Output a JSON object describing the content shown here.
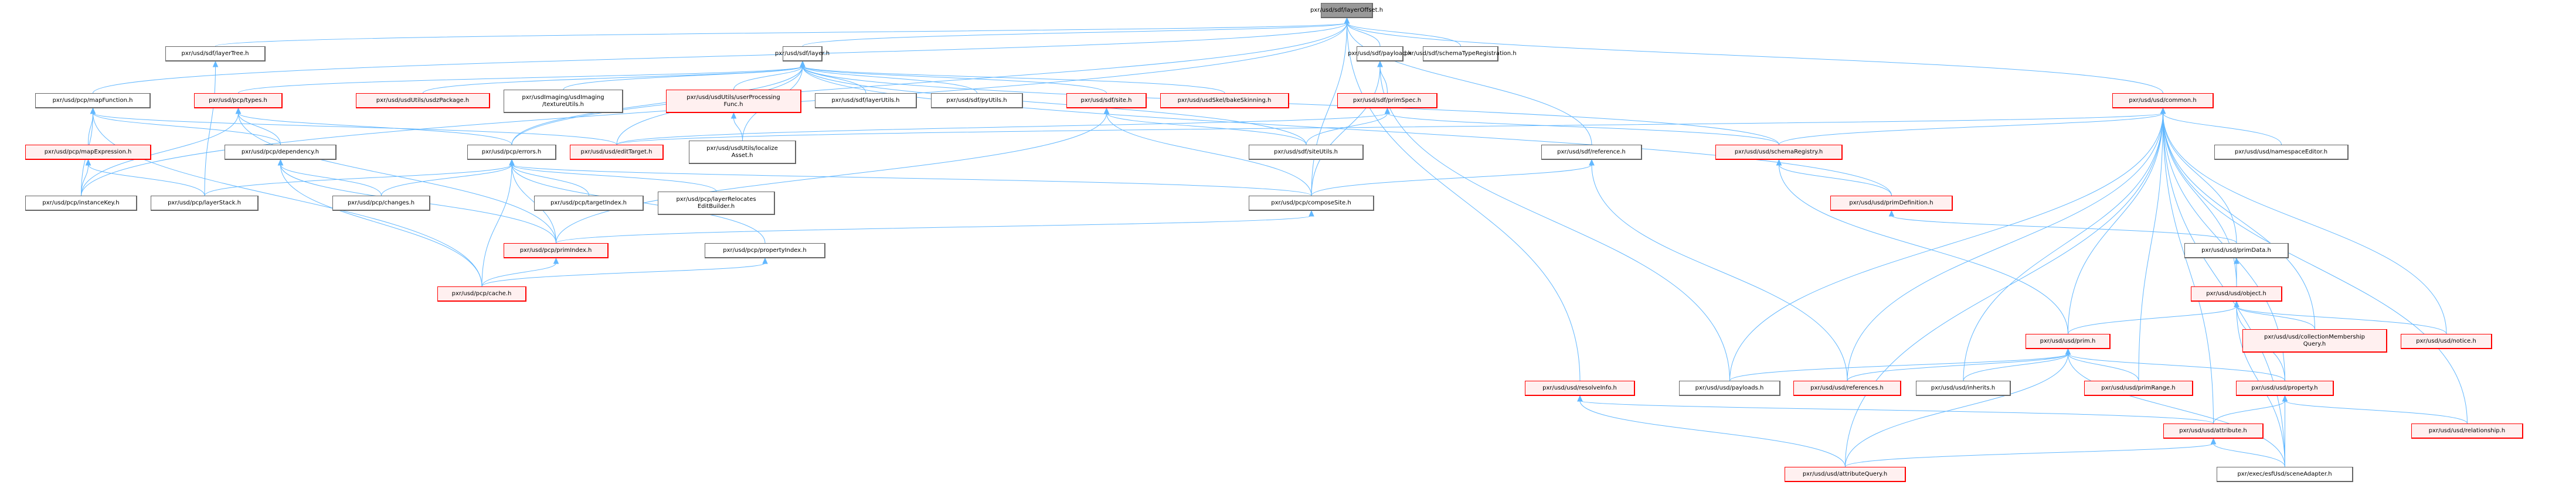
{
  "graph": {
    "title": "pxr/usd/sdf/layerOffset.h",
    "edge_color": "#63b8ff",
    "node_styles": {
      "root_fill": "#999999",
      "red_border": "#ff0000",
      "red_fill": "#fff0f0",
      "normal_border": "#666666"
    },
    "nodes": [
      {
        "id": "layerOffset",
        "label": "pxr/usd/sdf/layerOffset.h",
        "style": "root"
      },
      {
        "id": "layerTree",
        "label": "pxr/usd/sdf/layerTree.h",
        "style": "normal"
      },
      {
        "id": "layer",
        "label": "pxr/usd/sdf/layer.h",
        "style": "normal"
      },
      {
        "id": "payload",
        "label": "pxr/usd/sdf/payload.h",
        "style": "normal"
      },
      {
        "id": "schemaTypeRegistration",
        "label": "pxr/usd/sdf/schemaTypeRegistration.h",
        "style": "normal"
      },
      {
        "id": "mapFunction",
        "label": "pxr/usd/pcp/mapFunction.h",
        "style": "normal"
      },
      {
        "id": "types",
        "label": "pxr/usd/pcp/types.h",
        "style": "red"
      },
      {
        "id": "usdzPackage",
        "label": "pxr/usd/usdUtils/usdzPackage.h",
        "style": "red"
      },
      {
        "id": "textureUtils",
        "label": "pxr/usdImaging/usdImaging\n/textureUtils.h",
        "style": "normal"
      },
      {
        "id": "userProcessingFunc",
        "label": "pxr/usd/usdUtils/userProcessing\nFunc.h",
        "style": "red"
      },
      {
        "id": "layerUtils",
        "label": "pxr/usd/sdf/layerUtils.h",
        "style": "normal"
      },
      {
        "id": "pyUtils",
        "label": "pxr/usd/sdf/pyUtils.h",
        "style": "normal"
      },
      {
        "id": "site",
        "label": "pxr/usd/sdf/site.h",
        "style": "red"
      },
      {
        "id": "bakeSkinning",
        "label": "pxr/usd/usdSkel/bakeSkinning.h",
        "style": "red"
      },
      {
        "id": "primSpec",
        "label": "pxr/usd/sdf/primSpec.h",
        "style": "red"
      },
      {
        "id": "common",
        "label": "pxr/usd/usd/common.h",
        "style": "red"
      },
      {
        "id": "mapExpression",
        "label": "pxr/usd/pcp/mapExpression.h",
        "style": "red"
      },
      {
        "id": "dependency",
        "label": "pxr/usd/pcp/dependency.h",
        "style": "normal"
      },
      {
        "id": "errors",
        "label": "pxr/usd/pcp/errors.h",
        "style": "normal"
      },
      {
        "id": "editTarget",
        "label": "pxr/usd/usd/editTarget.h",
        "style": "red"
      },
      {
        "id": "localizeAsset",
        "label": "pxr/usd/usdUtils/localize\nAsset.h",
        "style": "normal"
      },
      {
        "id": "siteUtils",
        "label": "pxr/usd/sdf/siteUtils.h",
        "style": "normal"
      },
      {
        "id": "reference",
        "label": "pxr/usd/sdf/reference.h",
        "style": "normal"
      },
      {
        "id": "schemaRegistry",
        "label": "pxr/usd/usd/schemaRegistry.h",
        "style": "red"
      },
      {
        "id": "namespaceEditor",
        "label": "pxr/usd/usd/namespaceEditor.h",
        "style": "normal"
      },
      {
        "id": "instanceKey",
        "label": "pxr/usd/pcp/instanceKey.h",
        "style": "normal"
      },
      {
        "id": "layerStack",
        "label": "pxr/usd/pcp/layerStack.h",
        "style": "normal"
      },
      {
        "id": "changes",
        "label": "pxr/usd/pcp/changes.h",
        "style": "normal"
      },
      {
        "id": "targetIndex",
        "label": "pxr/usd/pcp/targetIndex.h",
        "style": "normal"
      },
      {
        "id": "layerRelocatesEditBuilder",
        "label": "pxr/usd/pcp/layerRelocates\nEditBuilder.h",
        "style": "normal"
      },
      {
        "id": "composeSite",
        "label": "pxr/usd/pcp/composeSite.h",
        "style": "normal"
      },
      {
        "id": "primDefinition",
        "label": "pxr/usd/usd/primDefinition.h",
        "style": "red"
      },
      {
        "id": "primIndex",
        "label": "pxr/usd/pcp/primIndex.h",
        "style": "red"
      },
      {
        "id": "propertyIndex",
        "label": "pxr/usd/pcp/propertyIndex.h",
        "style": "normal"
      },
      {
        "id": "primData",
        "label": "pxr/usd/usd/primData.h",
        "style": "normal"
      },
      {
        "id": "cache",
        "label": "pxr/usd/pcp/cache.h",
        "style": "red"
      },
      {
        "id": "object",
        "label": "pxr/usd/usd/object.h",
        "style": "red"
      },
      {
        "id": "prim",
        "label": "pxr/usd/usd/prim.h",
        "style": "red"
      },
      {
        "id": "collectionMembershipQuery",
        "label": "pxr/usd/usd/collectionMembership\nQuery.h",
        "style": "red"
      },
      {
        "id": "notice",
        "label": "pxr/usd/usd/notice.h",
        "style": "red"
      },
      {
        "id": "resolveInfo",
        "label": "pxr/usd/usd/resolveInfo.h",
        "style": "red"
      },
      {
        "id": "payloads",
        "label": "pxr/usd/usd/payloads.h",
        "style": "normal"
      },
      {
        "id": "references",
        "label": "pxr/usd/usd/references.h",
        "style": "red"
      },
      {
        "id": "inherits",
        "label": "pxr/usd/usd/inherits.h",
        "style": "normal"
      },
      {
        "id": "primRange",
        "label": "pxr/usd/usd/primRange.h",
        "style": "red"
      },
      {
        "id": "property",
        "label": "pxr/usd/usd/property.h",
        "style": "red"
      },
      {
        "id": "attribute",
        "label": "pxr/usd/usd/attribute.h",
        "style": "red"
      },
      {
        "id": "relationship",
        "label": "pxr/usd/usd/relationship.h",
        "style": "red"
      },
      {
        "id": "attributeQuery",
        "label": "pxr/usd/usd/attributeQuery.h",
        "style": "red"
      },
      {
        "id": "sceneAdapter",
        "label": "pxr/exec/esfUsd/sceneAdapter.h",
        "style": "normal"
      }
    ],
    "edges": [
      [
        "layerTree",
        "layerOffset"
      ],
      [
        "layer",
        "layerOffset"
      ],
      [
        "payload",
        "layerOffset"
      ],
      [
        "schemaTypeRegistration",
        "layerOffset"
      ],
      [
        "mapFunction",
        "layerOffset"
      ],
      [
        "common",
        "layerOffset"
      ],
      [
        "reference",
        "layerOffset"
      ],
      [
        "composeSite",
        "layerOffset"
      ],
      [
        "resolveInfo",
        "layerOffset"
      ],
      [
        "errors",
        "layerOffset"
      ],
      [
        "instanceKey",
        "layerOffset"
      ],
      [
        "types",
        "layer"
      ],
      [
        "usdzPackage",
        "layer"
      ],
      [
        "textureUtils",
        "layer"
      ],
      [
        "userProcessingFunc",
        "layer"
      ],
      [
        "layerUtils",
        "layer"
      ],
      [
        "pyUtils",
        "layer"
      ],
      [
        "site",
        "layer"
      ],
      [
        "bakeSkinning",
        "layer"
      ],
      [
        "editTarget",
        "layer"
      ],
      [
        "localizeAsset",
        "layer"
      ],
      [
        "siteUtils",
        "layer"
      ],
      [
        "schemaRegistry",
        "layer"
      ],
      [
        "primDefinition",
        "layer"
      ],
      [
        "errors",
        "layer"
      ],
      [
        "primSpec",
        "payload"
      ],
      [
        "payloads",
        "payload"
      ],
      [
        "composeSite",
        "payload"
      ],
      [
        "mapExpression",
        "mapFunction"
      ],
      [
        "instanceKey",
        "mapFunction"
      ],
      [
        "dependency",
        "mapFunction"
      ],
      [
        "editTarget",
        "mapFunction"
      ],
      [
        "cache",
        "mapFunction"
      ],
      [
        "dependency",
        "types"
      ],
      [
        "instanceKey",
        "types"
      ],
      [
        "errors",
        "types"
      ],
      [
        "primIndex",
        "types"
      ],
      [
        "instanceKey",
        "mapExpression"
      ],
      [
        "layerStack",
        "mapExpression"
      ],
      [
        "layerStack",
        "layerTree"
      ],
      [
        "changes",
        "dependency"
      ],
      [
        "primIndex",
        "dependency"
      ],
      [
        "cache",
        "dependency"
      ],
      [
        "layerStack",
        "errors"
      ],
      [
        "changes",
        "errors"
      ],
      [
        "targetIndex",
        "errors"
      ],
      [
        "layerRelocatesEditBuilder",
        "errors"
      ],
      [
        "primIndex",
        "errors"
      ],
      [
        "cache",
        "errors"
      ],
      [
        "propertyIndex",
        "errors"
      ],
      [
        "composeSite",
        "errors"
      ],
      [
        "localizeAsset",
        "userProcessingFunc"
      ],
      [
        "siteUtils",
        "site"
      ],
      [
        "primIndex",
        "site"
      ],
      [
        "composeSite",
        "site"
      ],
      [
        "siteUtils",
        "primSpec"
      ],
      [
        "schemaRegistry",
        "primSpec"
      ],
      [
        "editTarget",
        "primSpec"
      ],
      [
        "composeSite",
        "reference"
      ],
      [
        "references",
        "reference"
      ],
      [
        "primDefinition",
        "schemaRegistry"
      ],
      [
        "prim",
        "schemaRegistry"
      ],
      [
        "primData",
        "primDefinition"
      ],
      [
        "primIndex",
        "composeSite"
      ],
      [
        "cache",
        "primIndex"
      ],
      [
        "cache",
        "propertyIndex"
      ],
      [
        "object",
        "primData"
      ],
      [
        "namespaceEditor",
        "common"
      ],
      [
        "primData",
        "common"
      ],
      [
        "object",
        "common"
      ],
      [
        "prim",
        "common"
      ],
      [
        "schemaRegistry",
        "common"
      ],
      [
        "editTarget",
        "common"
      ],
      [
        "collectionMembershipQuery",
        "common"
      ],
      [
        "notice",
        "common"
      ],
      [
        "property",
        "common"
      ],
      [
        "relationship",
        "common"
      ],
      [
        "attribute",
        "common"
      ],
      [
        "payloads",
        "common"
      ],
      [
        "references",
        "common"
      ],
      [
        "inherits",
        "common"
      ],
      [
        "primRange",
        "common"
      ],
      [
        "sceneAdapter",
        "common"
      ],
      [
        "attributeQuery",
        "common"
      ],
      [
        "prim",
        "object"
      ],
      [
        "property",
        "object"
      ],
      [
        "collectionMembershipQuery",
        "object"
      ],
      [
        "notice",
        "object"
      ],
      [
        "sceneAdapter",
        "object"
      ],
      [
        "payloads",
        "prim"
      ],
      [
        "references",
        "prim"
      ],
      [
        "inherits",
        "prim"
      ],
      [
        "primRange",
        "prim"
      ],
      [
        "property",
        "prim"
      ],
      [
        "attributeQuery",
        "prim"
      ],
      [
        "sceneAdapter",
        "prim"
      ],
      [
        "attribute",
        "property"
      ],
      [
        "relationship",
        "property"
      ],
      [
        "sceneAdapter",
        "property"
      ],
      [
        "attribute",
        "resolveInfo"
      ],
      [
        "attributeQuery",
        "resolveInfo"
      ],
      [
        "attributeQuery",
        "attribute"
      ],
      [
        "sceneAdapter",
        "attribute"
      ]
    ]
  }
}
